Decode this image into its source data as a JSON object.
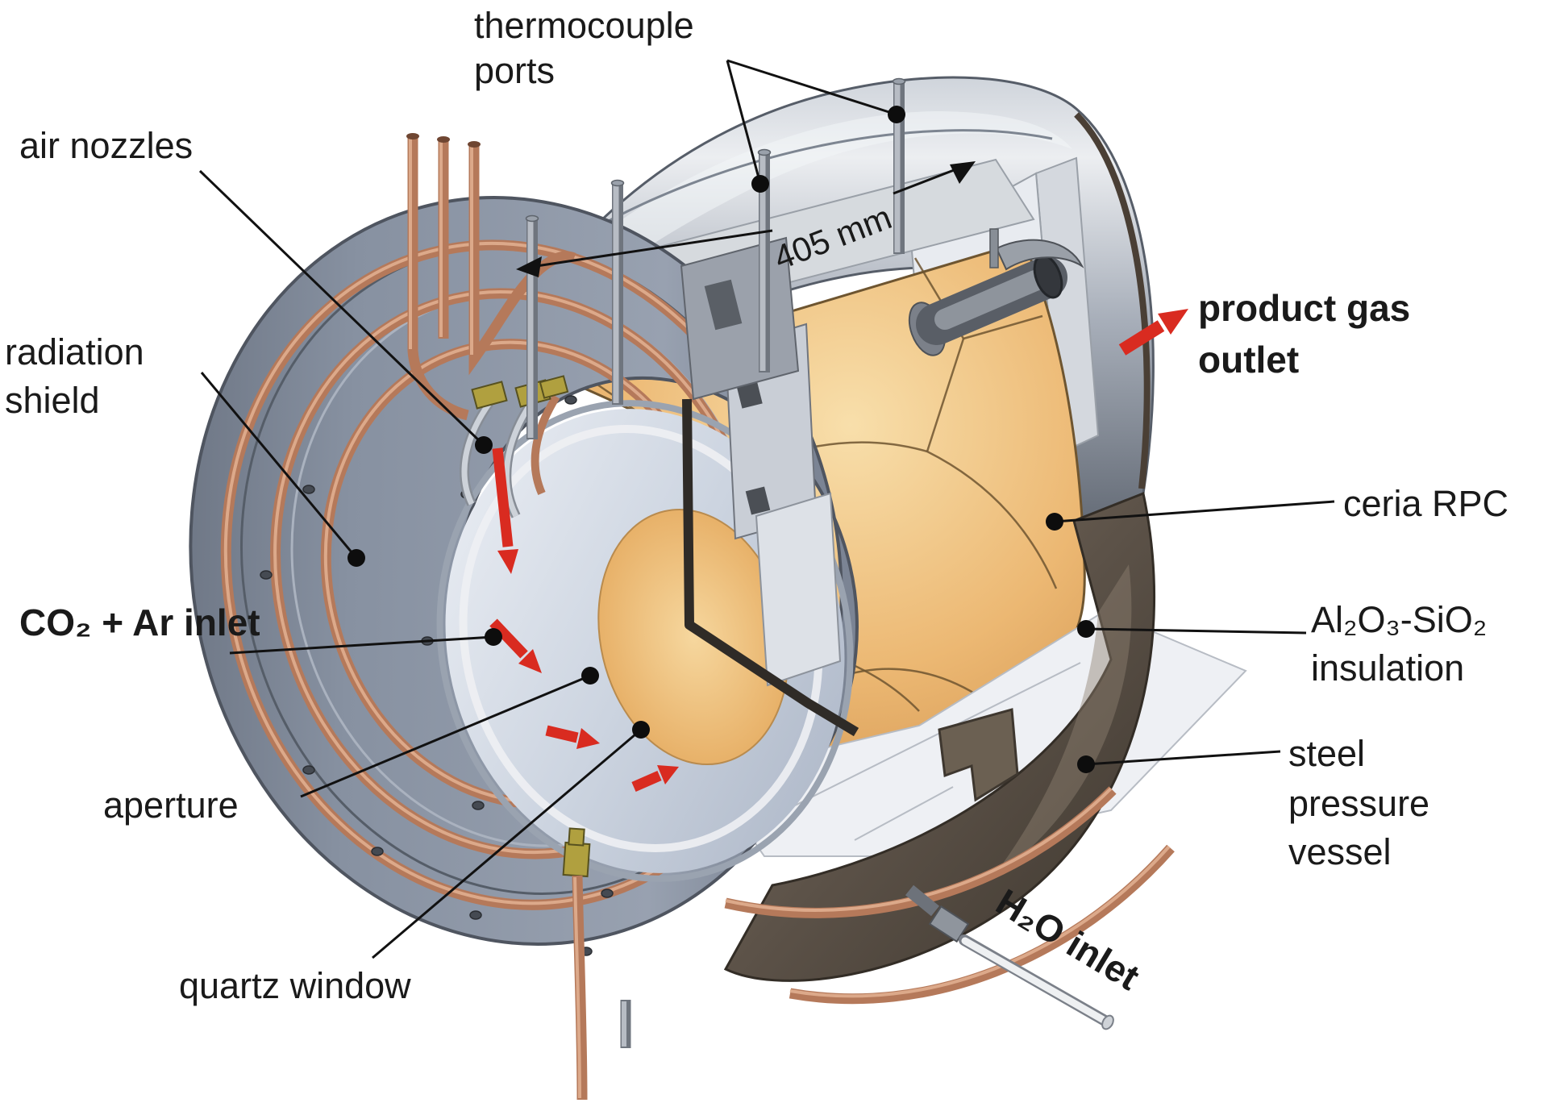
{
  "figure": {
    "background": "#ffffff",
    "description": "Cutaway CAD illustration of a windowed solar reactor with ceria RPC cavity"
  },
  "labels": {
    "thermocouple_ports": {
      "lines": [
        "thermocouple",
        "ports"
      ]
    },
    "air_nozzles": {
      "text": "air nozzles"
    },
    "radiation_shield": {
      "lines": [
        "radiation",
        "shield"
      ]
    },
    "co2_ar_inlet": {
      "text": "CO₂ + Ar inlet"
    },
    "aperture": {
      "text": "aperture"
    },
    "quartz_window": {
      "text": "quartz window"
    },
    "dimension": {
      "text": "405 mm"
    },
    "product_gas_outlet": {
      "lines": [
        "product gas",
        "outlet"
      ]
    },
    "ceria_rpc": {
      "text": "ceria RPC"
    },
    "insulation": {
      "lines": [
        "Al₂O₃-SiO₂",
        "insulation"
      ]
    },
    "steel_pressure_vessel": {
      "lines": [
        "steel",
        "pressure",
        "vessel"
      ]
    },
    "h2o_inlet": {
      "text": "H₂O inlet"
    }
  },
  "colors": {
    "label_text": "#1a1a1a",
    "leader_line": "#111111",
    "flow_arrow_red": "#d92b20",
    "copper_pipe": "#b5795a",
    "brass_fitting": "#b0a03f",
    "steel_grey": "#848d9c",
    "ceria_tan": "#eab86e",
    "insulation_white": "#edeff3",
    "vessel_brown": "#5c5248"
  }
}
